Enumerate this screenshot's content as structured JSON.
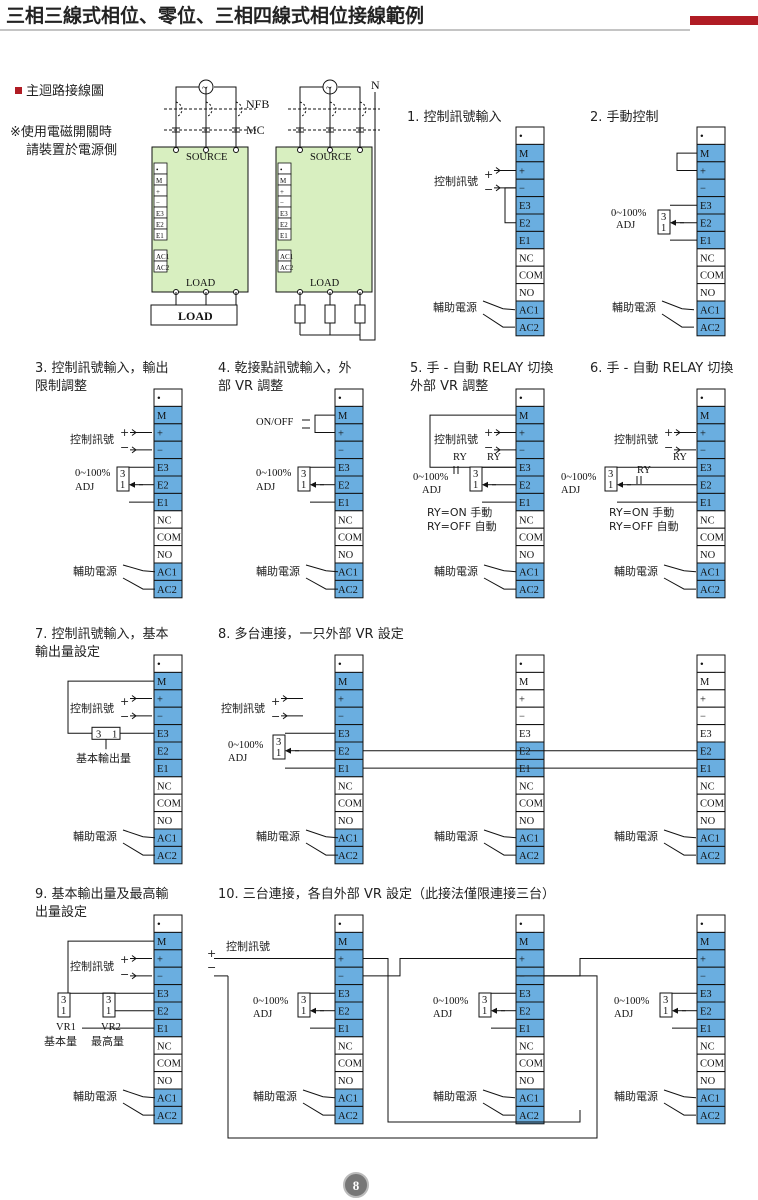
{
  "page": {
    "title": "三相三線式相位、零位、三相四線式相位接線範例",
    "accent_color": "#b01c24",
    "terminal_blue": "#6aaee0",
    "module_green": "#d8efc0",
    "page_number": "8"
  },
  "main_circuit": {
    "heading": "主迴路接線圖",
    "note_line1": "※使用電磁開關時",
    "note_line2": "請裝置於電源側",
    "nfb": "NFB",
    "mc": "MC",
    "n": "N",
    "source": "SOURCE",
    "load_inside": "LOAD",
    "load_box": "LOAD",
    "small_terms": [
      "•",
      "M",
      "+",
      "−",
      "E3",
      "E2",
      "E1",
      "AC1",
      "AC2"
    ]
  },
  "terminals": [
    "•",
    "M",
    "+",
    "−",
    "E3",
    "E2",
    "E1",
    "NC",
    "COM",
    "NO",
    "AC1",
    "AC2"
  ],
  "labels": {
    "ctrl_signal": "控制訊號",
    "aux_power": "輔助電源",
    "pct": "0~100%",
    "adj": "ADJ",
    "on_off": "ON/OFF",
    "ry": "RY",
    "ry_on": "RY=ON 手動",
    "ry_off": "RY=OFF 自動",
    "base_output": "基本輸出量",
    "vr1": "VR1",
    "vr2": "VR2",
    "base_amount": "基本量",
    "max_amount": "最高量",
    "pot_top": "3",
    "pot_bottom": "1",
    "plus": "+",
    "minus": "−"
  },
  "diagrams": [
    {
      "title": [
        "1. 控制訊號輸入"
      ]
    },
    {
      "title": [
        "2. 手動控制"
      ]
    },
    {
      "title": [
        "3. 控制訊號輸入，輸出",
        "限制調整"
      ]
    },
    {
      "title": [
        "4. 乾接點訊號輸入，外",
        "部 VR 調整"
      ]
    },
    {
      "title": [
        "5. 手 - 自動 RELAY 切換",
        "外部 VR 調整"
      ]
    },
    {
      "title": [
        "6. 手 - 自動 RELAY 切換"
      ]
    },
    {
      "title": [
        "7. 控制訊號輸入，基本",
        "輸出量設定"
      ]
    },
    {
      "title": [
        "8. 多台連接，一只外部 VR 設定"
      ]
    },
    {
      "title": [
        "9. 基本輸出量及最高輸",
        "出量設定"
      ]
    },
    {
      "title": [
        "10. 三台連接，各自外部 VR 設定（此接法僅限連接三台）"
      ]
    }
  ]
}
